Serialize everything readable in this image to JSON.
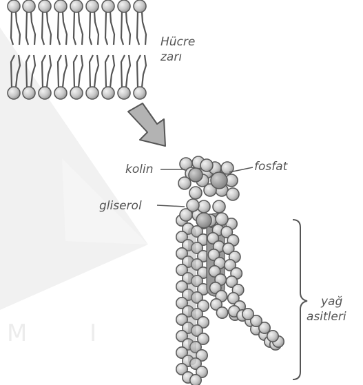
{
  "labels": {
    "membrane_line1": "Hücre",
    "membrane_line2": "zarı",
    "choline": "kolin",
    "phosphate": "fosfat",
    "glycerol": "gliserol",
    "fatty_acids_line1": "yağ",
    "fatty_acids_line2": "asitleri"
  },
  "watermark": {
    "letters": "M I"
  },
  "colors": {
    "bead_fill": "#c9c9c9",
    "bead_stroke": "#5a5a5a",
    "tail_line": "#555555",
    "arrow_fill": "#b3b3b3",
    "watermark": "#f0f0f0",
    "label_text": "#555555"
  }
}
